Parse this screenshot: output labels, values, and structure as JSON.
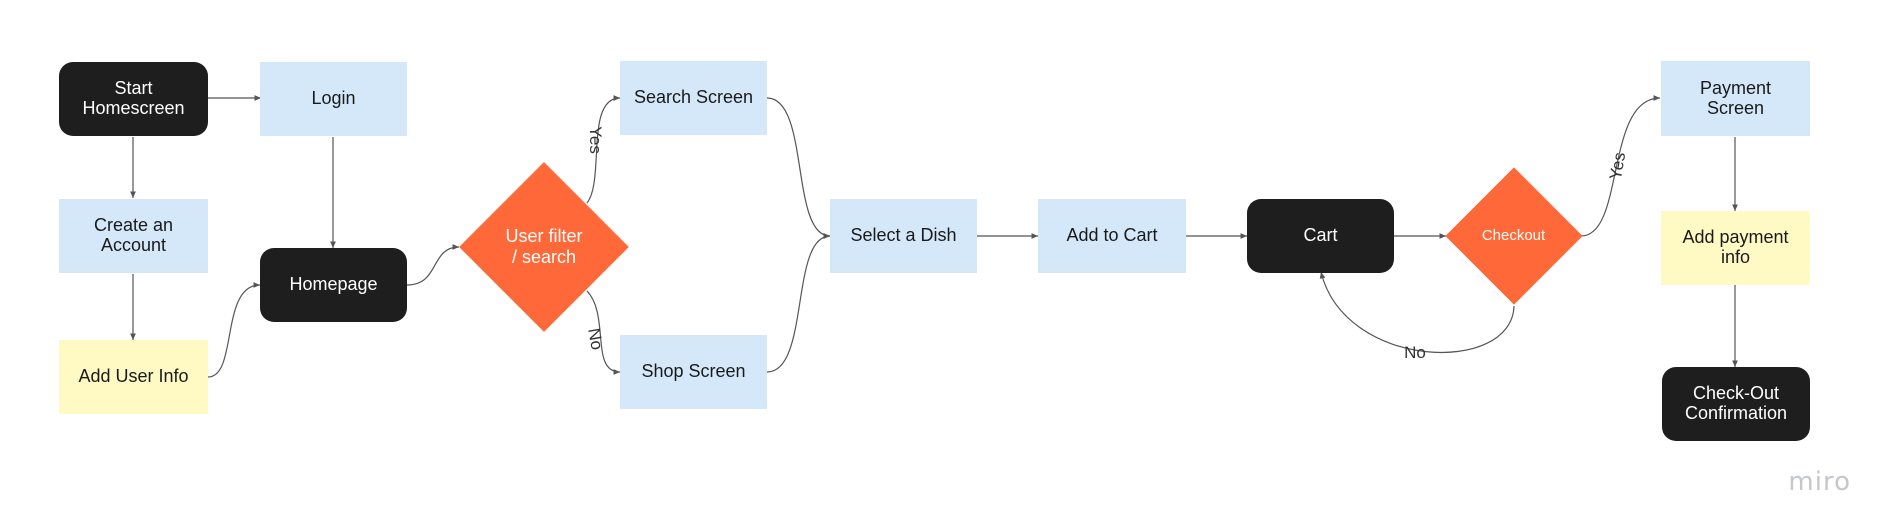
{
  "nodes": {
    "start": "Start\nHomescreen",
    "login": "Login",
    "create_account": "Create an\nAccount",
    "homepage": "Homepage",
    "add_user_info": "Add User Info",
    "user_filter": "User filter\n/ search",
    "search_screen": "Search Screen",
    "shop_screen": "Shop Screen",
    "select_dish": "Select a Dish",
    "add_to_cart": "Add to Cart",
    "cart": "Cart",
    "checkout": "Checkout",
    "payment_screen": "Payment Screen",
    "add_payment_info": "Add payment info",
    "confirmation": "Check-Out\nConfirmation"
  },
  "edge_labels": {
    "filter_yes": "Yes",
    "filter_no": "No",
    "checkout_yes": "Yes",
    "checkout_no": "No"
  },
  "brand": "miro",
  "colors": {
    "dark_node": "#1e1e1e",
    "blue_node": "#d4e8fa",
    "yellow_node": "#fff9c4",
    "decision": "#ff6838",
    "connector": "#555555"
  }
}
